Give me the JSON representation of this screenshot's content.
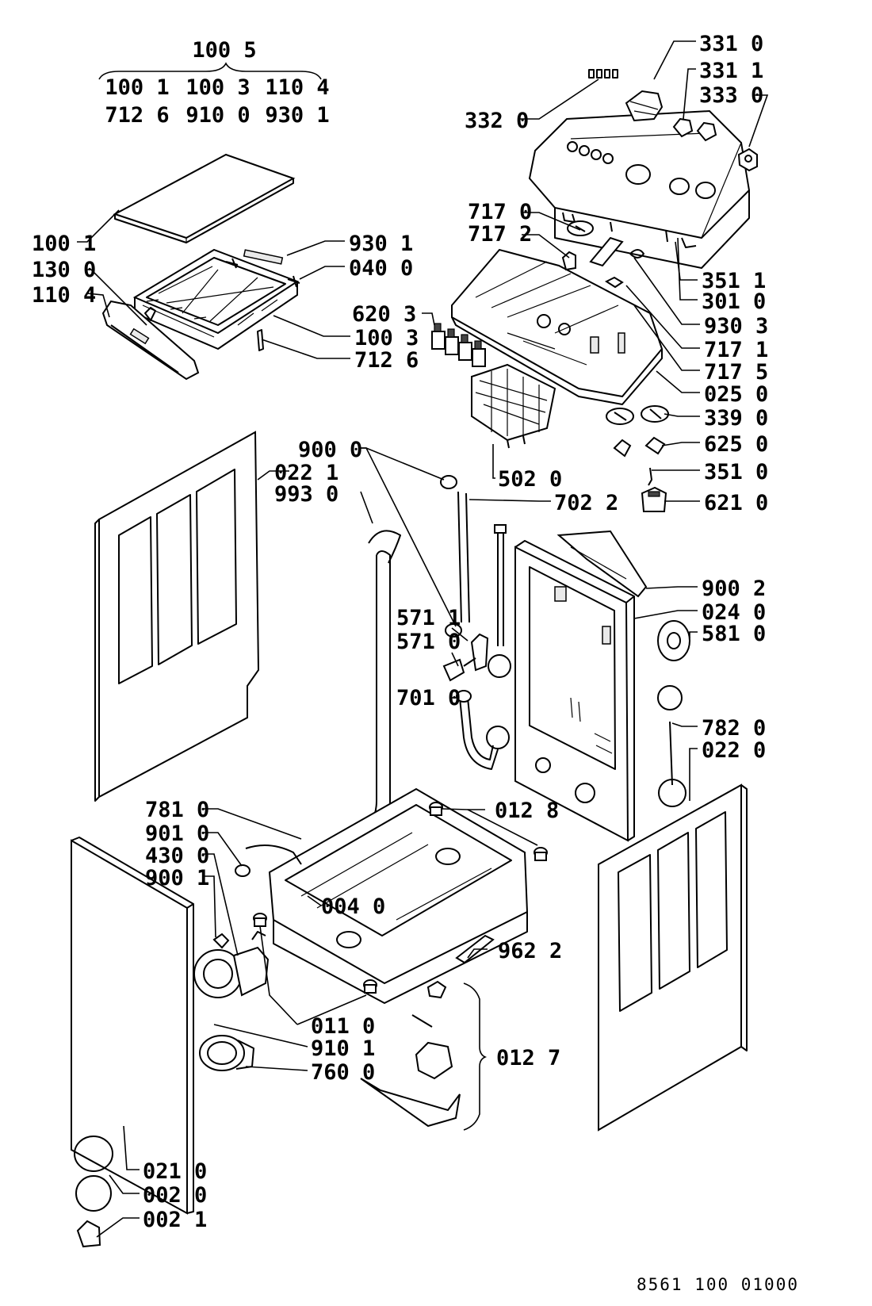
{
  "kit_header": {
    "group_label": "100 5",
    "row1": [
      "100 1",
      "100 3",
      "110 4"
    ],
    "row2": [
      "712 6",
      "910 0",
      "930 1"
    ]
  },
  "labels": {
    "p331_0": "331 0",
    "p331_1": "331 1",
    "p333_0": "333 0",
    "p332_0": "332 0",
    "p100_1": "100 1",
    "p930_1": "930 1",
    "p130_0": "130 0",
    "p040_0": "040 0",
    "p110_4": "110 4",
    "p100_3": "100 3",
    "p712_6": "712 6",
    "p717_0": "717 0",
    "p717_2": "717 2",
    "p620_3": "620 3",
    "p351_1": "351 1",
    "p301_0": "301 0",
    "p930_3": "930 3",
    "p717_1": "717 1",
    "p717_5": "717 5",
    "p025_0": "025 0",
    "p339_0": "339 0",
    "p625_0": "625 0",
    "p351_0": "351 0",
    "p621_0": "621 0",
    "p502_0": "502 0",
    "p900_0": "900 0",
    "p022_1": "022 1",
    "p993_0": "993 0",
    "p702_2": "702 2",
    "p900_2": "900 2",
    "p024_0": "024 0",
    "p581_0": "581 0",
    "p571_1": "571 1",
    "p571_0": "571 0",
    "p701_0": "701 0",
    "p782_0": "782 0",
    "p022_0": "022 0",
    "p781_0": "781 0",
    "p012_8": "012 8",
    "p901_0": "901 0",
    "p430_0": "430 0",
    "p900_1": "900 1",
    "p004_0": "004 0",
    "p962_2": "962 2",
    "p011_0": "011 0",
    "p910_1": "910 1",
    "p012_7": "012 7",
    "p760_0": "760 0",
    "p021_0": "021 0",
    "p002_0": "002 0",
    "p002_1": "002 1"
  },
  "document_number": "8561 100 01000"
}
